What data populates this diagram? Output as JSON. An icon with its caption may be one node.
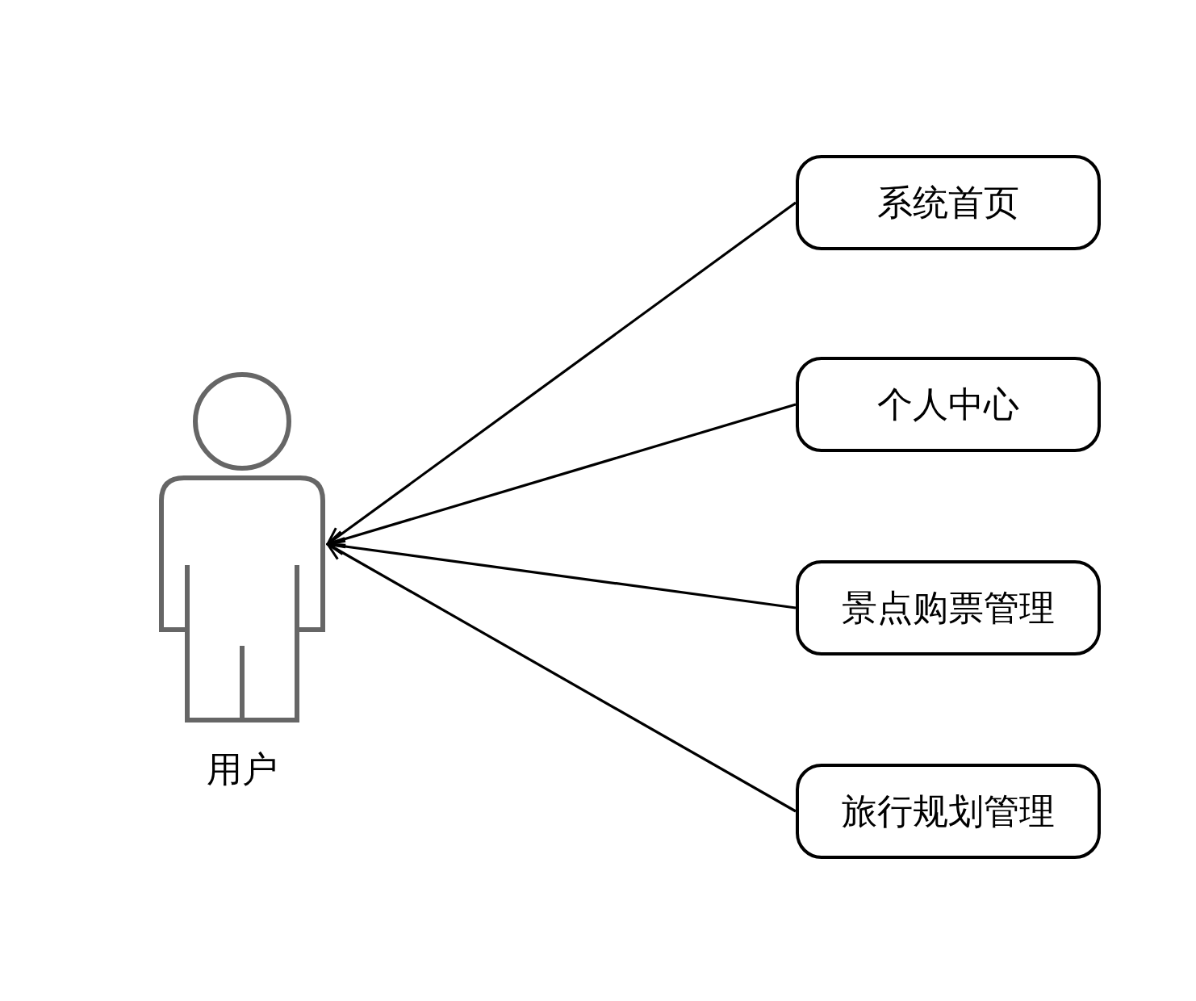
{
  "diagram": {
    "nodes": [
      {
        "text": [
          "用户"
        ]
      },
      {
        "text": [
          "系统首页"
        ]
      },
      {
        "text": [
          "个人中心"
        ]
      },
      {
        "text": [
          "景点购票管理"
        ]
      },
      {
        "text": [
          "旅行规划管理"
        ]
      }
    ],
    "edges": [
      {
        "from": 1,
        "to": 0,
        "arrow": "to"
      },
      {
        "from": 2,
        "to": 0,
        "arrow": "to"
      },
      {
        "from": 3,
        "to": 0,
        "arrow": "to"
      },
      {
        "from": 4,
        "to": 0,
        "arrow": "to"
      }
    ]
  }
}
